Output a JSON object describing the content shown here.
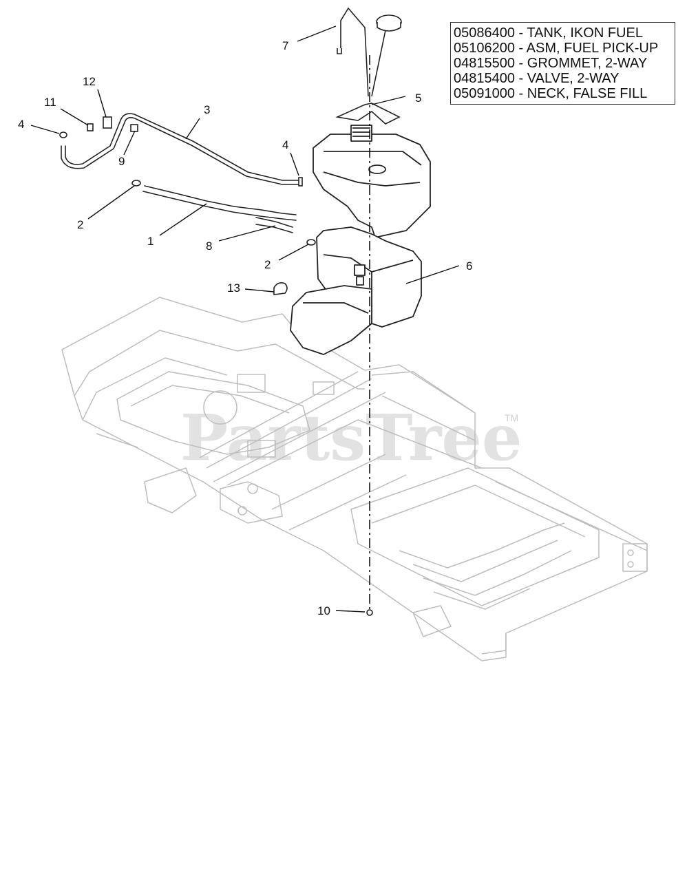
{
  "legend": {
    "rows": [
      {
        "part": "05086400",
        "desc": "TANK, IKON FUEL"
      },
      {
        "part": "05106200",
        "desc": "ASM, FUEL PICK-UP"
      },
      {
        "part": "04815500",
        "desc": "GROMMET, 2-WAY"
      },
      {
        "part": "04815400",
        "desc": "VALVE, 2-WAY"
      },
      {
        "part": "05091000",
        "desc": "NECK, FALSE FILL"
      }
    ]
  },
  "callouts": {
    "c1": "1",
    "c2a": "2",
    "c2b": "2",
    "c3": "3",
    "c4a": "4",
    "c4b": "4",
    "c5": "5",
    "c6": "6",
    "c7": "7",
    "c8": "8",
    "c9": "9",
    "c10": "10",
    "c11": "11",
    "c12": "12",
    "c13": "13"
  },
  "watermark": {
    "text": "PartsTree",
    "tm": "TM"
  },
  "colors": {
    "line": "#111111",
    "frame": "#bdbdbd",
    "tank": "#222222"
  }
}
